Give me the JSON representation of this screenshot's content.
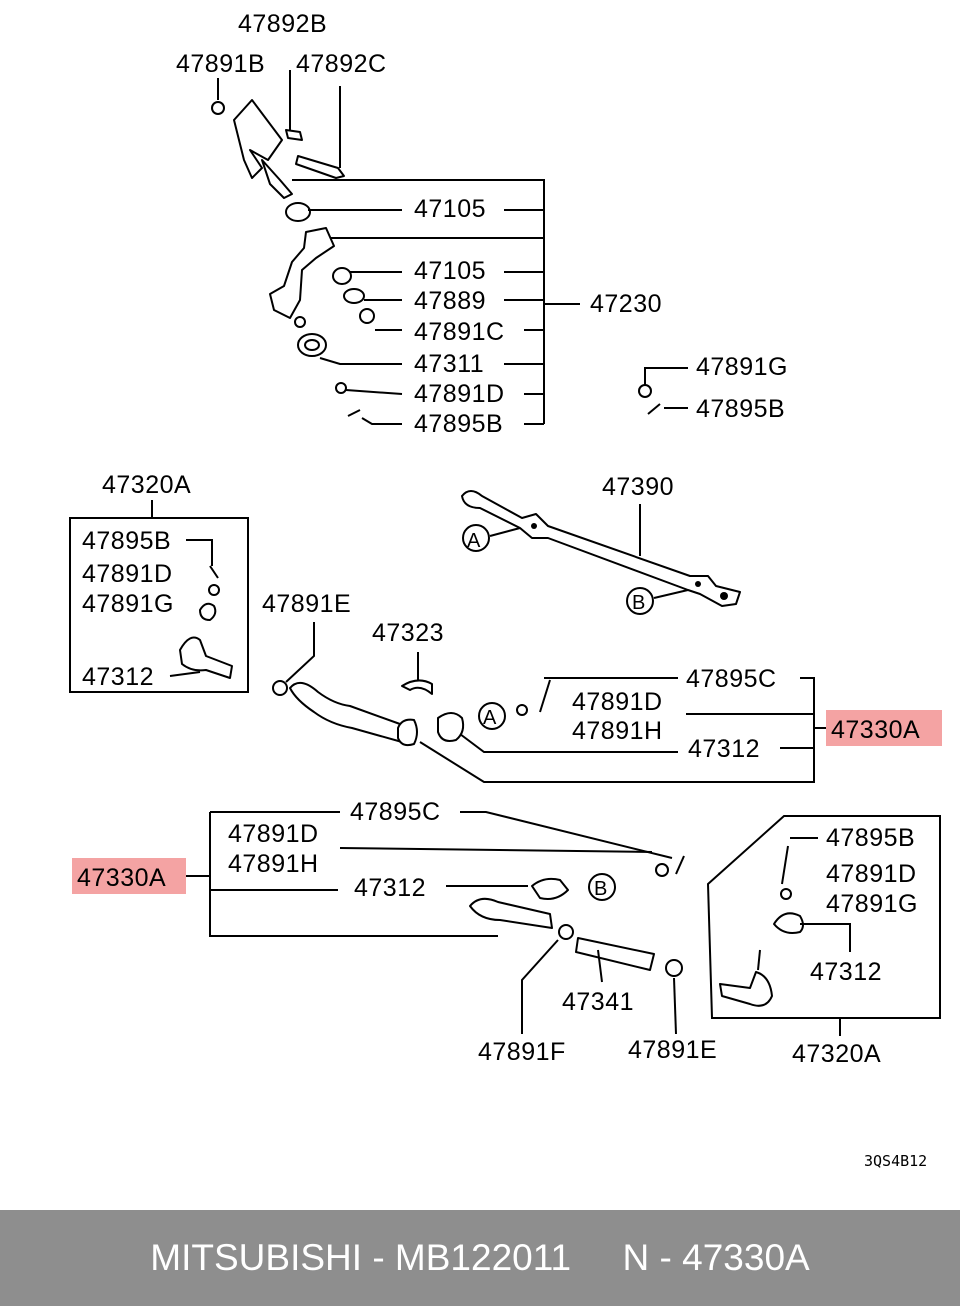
{
  "diagram": {
    "labels": {
      "l_47892B": "47892B",
      "l_47891B": "47891B",
      "l_47892C": "47892C",
      "l_47105a": "47105",
      "l_47105b": "47105",
      "l_47889": "47889",
      "l_47230": "47230",
      "l_47891C": "47891C",
      "l_47311": "47311",
      "l_47891Dtop": "47891D",
      "l_47895Btop": "47895B",
      "l_47891Gright": "47891G",
      "l_47895Bright": "47895B",
      "l_47320Aleft": "47320A",
      "l_47895Bbox": "47895B",
      "l_47891Dbox": "47891D",
      "l_47891Gbox": "47891G",
      "l_47312box": "47312",
      "l_47390": "47390",
      "l_47891E": "47891E",
      "l_47323": "47323",
      "l_47895Cup": "47895C",
      "l_47891Dmid": "47891D",
      "l_47891Hmid": "47891H",
      "l_47312mid": "47312",
      "l_47330Aright": "47330A",
      "l_47895Clow": "47895C",
      "l_47891Dlow": "47891D",
      "l_47891Hlow": "47891H",
      "l_47330Aleft": "47330A",
      "l_47312low": "47312",
      "l_47341": "47341",
      "l_47891F": "47891F",
      "l_47891Elow": "47891E",
      "l_47895Brbox": "47895B",
      "l_47891Drbox": "47891D",
      "l_47891Grbox": "47891G",
      "l_47312rbox": "47312",
      "l_47320Aright": "47320A",
      "callout_A1": "A",
      "callout_B1": "B",
      "callout_A2": "A",
      "callout_B2": "B",
      "ref_code": "3QS4B12"
    },
    "highlight_color": "#f4a3a3"
  },
  "footer": {
    "text": "MITSUBISHI - MB122011     N - 47330A",
    "background": "#8e8e8e"
  }
}
